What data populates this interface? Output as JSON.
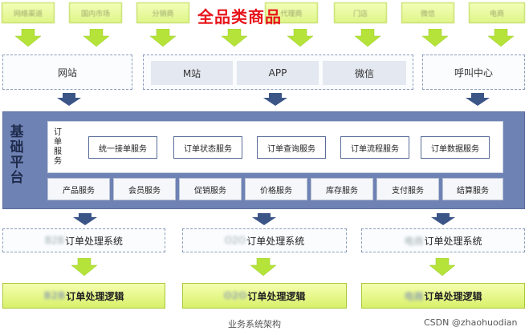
{
  "title": "全品类商品",
  "top_sources": [
    "网络渠道",
    "国内市场",
    "分销商",
    "代理商",
    "门店",
    "微信",
    "电商"
  ],
  "channels": {
    "website": "网站",
    "mobile": "M站",
    "app": "APP",
    "wechat": "微信",
    "call_center": "呼叫中心"
  },
  "platform": {
    "title_chars": [
      "基",
      "础",
      "平",
      "台"
    ],
    "order_services_label_chars": [
      "订",
      "单",
      "服",
      "务"
    ],
    "order_services": [
      "统一接单服务",
      "订单状态服务",
      "订单查询服务",
      "订单流程服务",
      "订单数据服务"
    ],
    "basic_services": [
      "产品服务",
      "会员服务",
      "促销服务",
      "价格服务",
      "库存服务",
      "支付服务",
      "结算服务"
    ]
  },
  "systems": [
    {
      "prefix": "B2B",
      "label": "订单处理系统"
    },
    {
      "prefix": "O2O",
      "label": "订单处理系统"
    },
    {
      "prefix": "电商",
      "label": "订单处理系统"
    }
  ],
  "logic": [
    {
      "prefix": "B2B",
      "label": "订单处理逻辑"
    },
    {
      "prefix": "O2O",
      "label": "订单处理逻辑"
    },
    {
      "prefix": "电商",
      "label": "订单处理逻辑"
    }
  ],
  "caption": "业务系统架构",
  "credit": "CSDN @zhaohuodian",
  "colors": {
    "title_red": "#e8141b",
    "arrow_green": "#b5e33a",
    "arrow_blue": "#3b5587",
    "platform_blue": "#6f82b4",
    "logic_green": "#d8f06a"
  }
}
